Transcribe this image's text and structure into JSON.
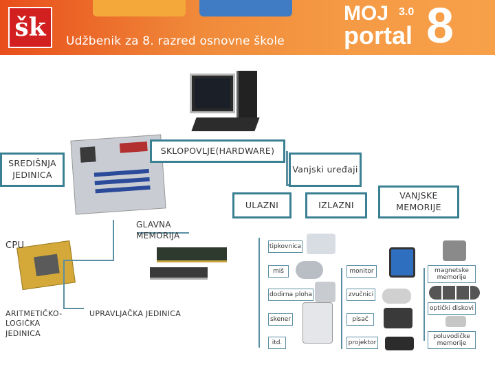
{
  "header": {
    "logo_text": "šk",
    "subtitle": "Udžbenik za 8. razred osnovne škole",
    "brand_moj": "MOJ",
    "brand_portal": "portal",
    "brand_version": "3.0",
    "brand_grade": "8"
  },
  "nodes": {
    "hardware": "SKLOPOVLJE(HARDWARE)",
    "central_unit": "SREDIŠNJA JEDINICA",
    "external_devices": "Vanjski uređaji",
    "input": "ULAZNI",
    "output": "IZLAZNI",
    "external_memory": "VANJSKE MEMORIJE",
    "cpu": "CPU",
    "main_memory": "GLAVNA MEMORIJA",
    "alu": "ARITMETIČKO-LOGIČKA JEDINICA",
    "control_unit": "UPRAVLJAČKA JEDINICA"
  },
  "input_devices": [
    "tipkovnica",
    "miš",
    "dodirna ploha",
    "skener",
    "itd."
  ],
  "output_devices": [
    "monitor",
    "zvučnici",
    "pisač",
    "projektor"
  ],
  "memory_devices": [
    "magnetske memorije",
    "optički diskovi",
    "poluvodičke memorije"
  ],
  "colors": {
    "box_border": "#3a7f92",
    "banner": "#f08a3a"
  }
}
